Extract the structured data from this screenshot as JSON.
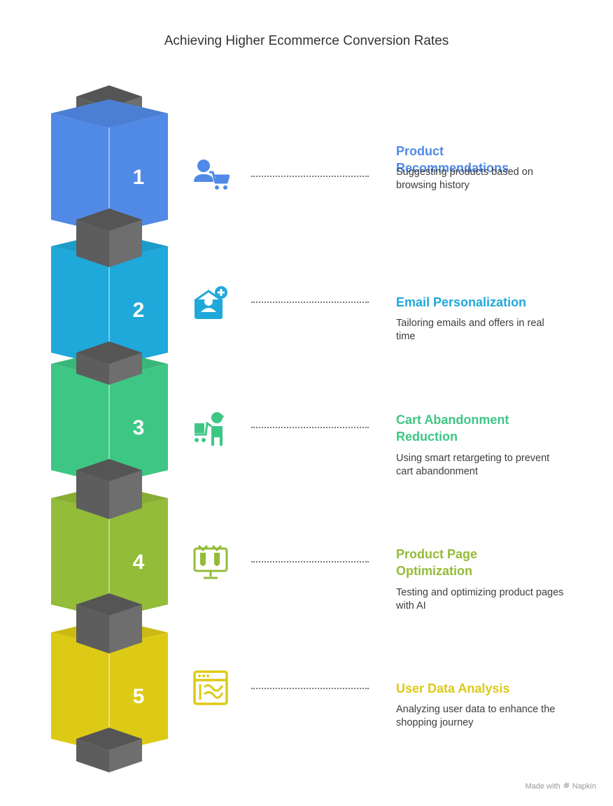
{
  "title": "Achieving Higher Ecommerce Conversion Rates",
  "steps": [
    {
      "number": "1",
      "title": "Product Recommendations",
      "description": "Suggesting products based on browsing history",
      "color": "#518AE6",
      "icon": "customer-cart-icon"
    },
    {
      "number": "2",
      "title": "Email Personalization",
      "description": "Tailoring emails and offers in real time",
      "color": "#1FA8DA",
      "icon": "personalized-mail-icon"
    },
    {
      "number": "3",
      "title": "Cart Abandonment Reduction",
      "description": "Using smart retargeting to prevent cart abandonment",
      "color": "#3EC784",
      "icon": "shopper-with-cart-icon"
    },
    {
      "number": "4",
      "title": "Product Page Optimization",
      "description": "Testing and optimizing product pages with AI",
      "color": "#93BC38",
      "icon": "monitor-test-icon"
    },
    {
      "number": "5",
      "title": "User Data Analysis",
      "description": "Analyzing user data to enhance the shopping journey",
      "color": "#DDCA15",
      "icon": "analytics-window-icon"
    }
  ],
  "connector_color": "#666666",
  "footer": {
    "made_with": "Made with",
    "brand": "Napkin"
  }
}
